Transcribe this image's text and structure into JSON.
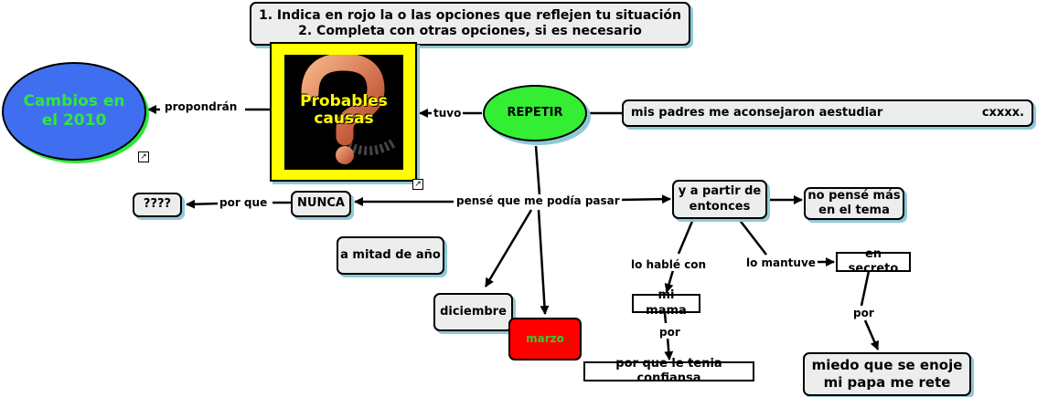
{
  "instructions": {
    "line1": "1. Indica en rojo la o las opciones que reflejen tu situación",
    "line2": "2. Completa con otras opciones, si es necesario"
  },
  "nodes": {
    "cambios": "Cambios en el 2010",
    "causes_image_text": "Probables causas",
    "repetir": "REPETIR",
    "padres": "mis padres me aconsejaron aestudiar",
    "padres_suffix": "cxxxx.",
    "nunca": "NUNCA",
    "question": "????",
    "mitad": "a mitad de año",
    "diciembre": "diciembre",
    "marzo": "marzo",
    "partir": "y a partir de entonces",
    "no_pense": "no pensé más en el tema",
    "mi_mama": "mi mama",
    "confiansa": "por que le tenia confiansa",
    "secreto": "en secreto",
    "miedo": "miedo que se enoje mi papa me rete"
  },
  "links": {
    "propondran": "propondrán",
    "tuvo": "tuvo",
    "pense": "pensé que me podía pasar",
    "por_que": "por que",
    "hable": "lo hablé con",
    "mantuve": "lo mantuve",
    "por1": "por",
    "por2": "por"
  },
  "colors": {
    "cambios_fill": "#3f6ff0",
    "cambios_text": "#2ee83a",
    "repetir_fill": "#33ee33",
    "marzo_fill": "#ff0000",
    "marzo_text": "#33cc33",
    "image_frame": "#ffff00",
    "causes_text": "#ffff00",
    "question_mark": "#e07a3a",
    "node_fill": "#eceeed",
    "shadow": "#8fc9d6"
  },
  "icons": {
    "shortcut": "shortcut-arrow-icon"
  }
}
